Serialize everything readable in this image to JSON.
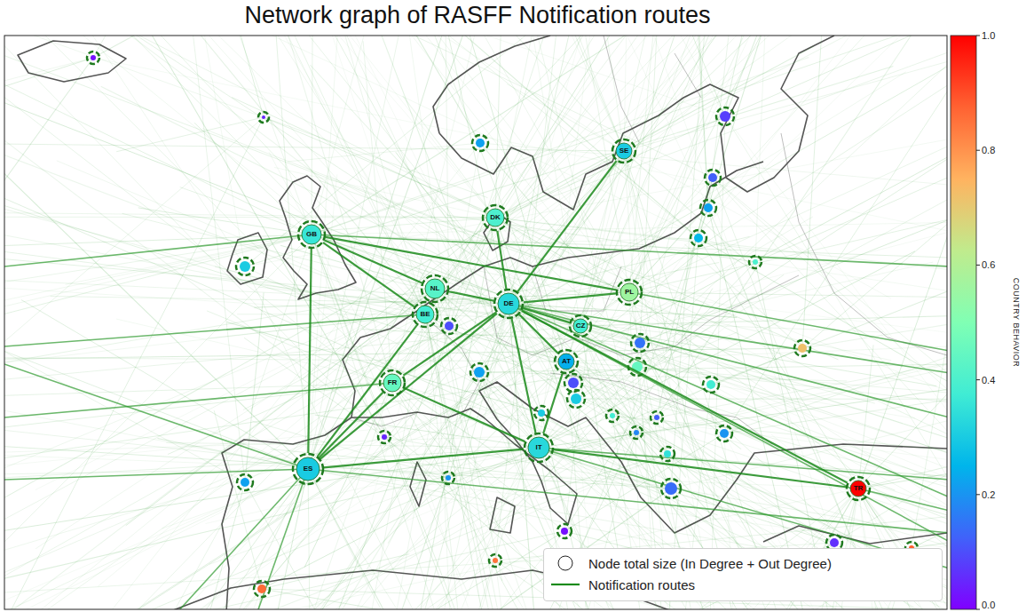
{
  "diagram": {
    "title": "Network graph of RASFF Notification routes",
    "nodes": [
      {
        "text": [
          "SE"
        ]
      },
      {
        "text": [
          "DK"
        ]
      },
      {
        "text": [
          "GB"
        ]
      },
      {
        "text": [
          "NL"
        ]
      },
      {
        "text": [
          "PL"
        ]
      },
      {
        "text": [
          "DE"
        ]
      },
      {
        "text": [
          "BE"
        ]
      },
      {
        "text": [
          "CZ"
        ]
      },
      {
        "text": [
          "AT"
        ]
      },
      {
        "text": [
          "FR"
        ]
      },
      {
        "text": [
          "IT"
        ]
      },
      {
        "text": [
          "ES"
        ]
      },
      {
        "text": [
          "TR"
        ]
      }
    ],
    "edges": [
      {
        "from": 2,
        "to": 3,
        "arrow": "none"
      },
      {
        "from": 3,
        "to": 5,
        "arrow": "none"
      },
      {
        "from": 3,
        "to": 6,
        "arrow": "none"
      },
      {
        "from": 2,
        "to": 6,
        "arrow": "none"
      },
      {
        "from": 2,
        "to": 4,
        "arrow": "none"
      },
      {
        "from": 5,
        "to": 4,
        "arrow": "none"
      },
      {
        "from": 5,
        "to": 1,
        "arrow": "none"
      },
      {
        "from": 0,
        "to": 5,
        "arrow": "none"
      },
      {
        "from": 5,
        "to": 7,
        "arrow": "none"
      },
      {
        "from": 5,
        "to": 8,
        "arrow": "none"
      },
      {
        "from": 5,
        "to": 10,
        "arrow": "none"
      },
      {
        "from": 9,
        "to": 5,
        "arrow": "none"
      },
      {
        "from": 5,
        "to": 11,
        "arrow": "none"
      },
      {
        "from": 5,
        "to": 12,
        "arrow": "none"
      },
      {
        "from": 11,
        "to": 10,
        "arrow": "none"
      },
      {
        "from": 10,
        "to": 12,
        "arrow": "none"
      },
      {
        "from": 11,
        "to": 9,
        "arrow": "none"
      },
      {
        "from": 11,
        "to": 6,
        "arrow": "none"
      },
      {
        "from": 10,
        "to": 9,
        "arrow": "none"
      },
      {
        "from": 2,
        "to": 11,
        "arrow": "none"
      },
      {
        "from": 8,
        "to": 10,
        "arrow": "none"
      }
    ],
    "labels": [
      "1.0",
      "0.8",
      "0.6",
      "0.4",
      "0.2",
      "0.0",
      "COUNTRY BEHAVIOR"
    ],
    "legend": [
      {
        "text": "Node total size (In Degree + Out Degree)"
      },
      {
        "text": "Notification routes"
      }
    ]
  }
}
